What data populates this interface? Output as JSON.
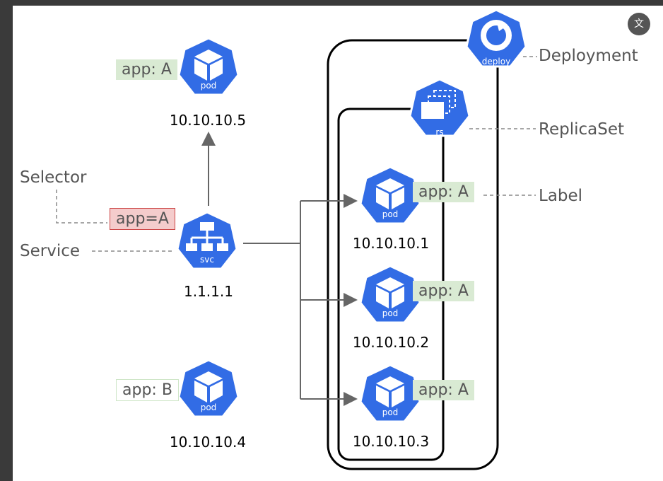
{
  "nodes": {
    "pod_top": {
      "kind": "pod",
      "label": "pod",
      "ip": "10.10.10.5",
      "tag": "app: A"
    },
    "svc": {
      "kind": "svc",
      "label": "svc",
      "ip": "1.1.1.1",
      "selector": "app=A"
    },
    "pod_bottom": {
      "kind": "pod",
      "label": "pod",
      "ip": "10.10.10.4",
      "tag": "app: B"
    },
    "pod_1": {
      "kind": "pod",
      "label": "pod",
      "ip": "10.10.10.1",
      "tag": "app: A"
    },
    "pod_2": {
      "kind": "pod",
      "label": "pod",
      "ip": "10.10.10.2",
      "tag": "app: A"
    },
    "pod_3": {
      "kind": "pod",
      "label": "pod",
      "ip": "10.10.10.3",
      "tag": "app: A"
    },
    "deploy": {
      "kind": "deploy",
      "label": "deploy"
    },
    "rs": {
      "kind": "rs",
      "label": "rs"
    }
  },
  "callouts": {
    "deployment": "Deployment",
    "replicaset": "ReplicaSet",
    "label": "Label",
    "selector": "Selector",
    "service": "Service"
  },
  "colors": {
    "k8s_blue": "#326ce5",
    "label_green": "#d9ead3",
    "selector_red": "#f4cccc"
  },
  "translate_button": {
    "icon": "translate-icon",
    "glyph": "文"
  }
}
